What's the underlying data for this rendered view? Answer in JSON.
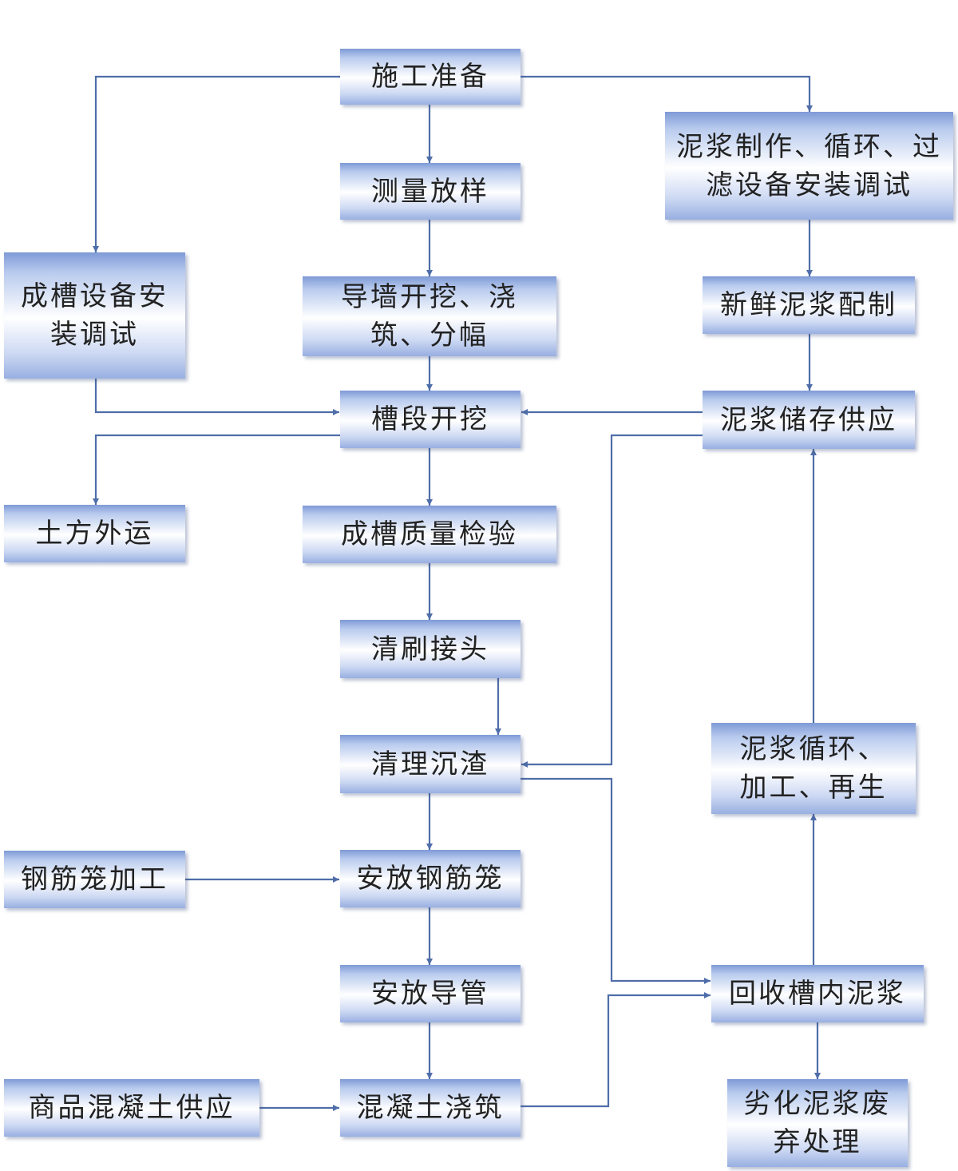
{
  "diagram": {
    "title": "",
    "nodes": {
      "prep": "施工准备",
      "survey": "测量放样",
      "guide_wall": "导墙开挖、浇筑、分幅",
      "trench_equip": "成槽设备安装调试",
      "slurry_equip": "泥浆制作、循环、过滤设备安装调试",
      "fresh_slurry": "新鲜泥浆配制",
      "excavate": "槽段开挖",
      "slurry_store": "泥浆储存供应",
      "earth_out": "土方外运",
      "quality": "成槽质量检验",
      "joint_clean": "清刷接头",
      "sediment": "清理沉渣",
      "slurry_recycle": "泥浆循环、加工、再生",
      "rebar_process": "钢筋笼加工",
      "rebar_place": "安放钢筋笼",
      "pipe_place": "安放导管",
      "slurry_recover": "回收槽内泥浆",
      "concrete_supply": "商品混凝土供应",
      "concrete_pour": "混凝土浇筑",
      "waste_slurry": "劣化泥浆废弃处理"
    },
    "edges": [
      {
        "from": "prep",
        "to": "survey"
      },
      {
        "from": "prep",
        "to": "trench_equip"
      },
      {
        "from": "prep",
        "to": "slurry_equip"
      },
      {
        "from": "survey",
        "to": "guide_wall"
      },
      {
        "from": "guide_wall",
        "to": "excavate"
      },
      {
        "from": "trench_equip",
        "to": "excavate"
      },
      {
        "from": "slurry_equip",
        "to": "fresh_slurry"
      },
      {
        "from": "fresh_slurry",
        "to": "slurry_store"
      },
      {
        "from": "slurry_store",
        "to": "excavate"
      },
      {
        "from": "slurry_store",
        "to": "sediment"
      },
      {
        "from": "excavate",
        "to": "earth_out"
      },
      {
        "from": "excavate",
        "to": "quality"
      },
      {
        "from": "quality",
        "to": "joint_clean"
      },
      {
        "from": "joint_clean",
        "to": "sediment"
      },
      {
        "from": "sediment",
        "to": "rebar_place"
      },
      {
        "from": "sediment",
        "to": "slurry_recover"
      },
      {
        "from": "rebar_process",
        "to": "rebar_place"
      },
      {
        "from": "rebar_place",
        "to": "pipe_place"
      },
      {
        "from": "pipe_place",
        "to": "concrete_pour"
      },
      {
        "from": "concrete_supply",
        "to": "concrete_pour"
      },
      {
        "from": "concrete_pour",
        "to": "slurry_recover"
      },
      {
        "from": "slurry_recover",
        "to": "slurry_recycle"
      },
      {
        "from": "slurry_recover",
        "to": "waste_slurry"
      },
      {
        "from": "slurry_recycle",
        "to": "slurry_store"
      }
    ],
    "colors": {
      "line": "#4f6ea9",
      "box_edge": "#7e9ad6",
      "box_center": "#ffffff",
      "text": "#222222"
    }
  }
}
